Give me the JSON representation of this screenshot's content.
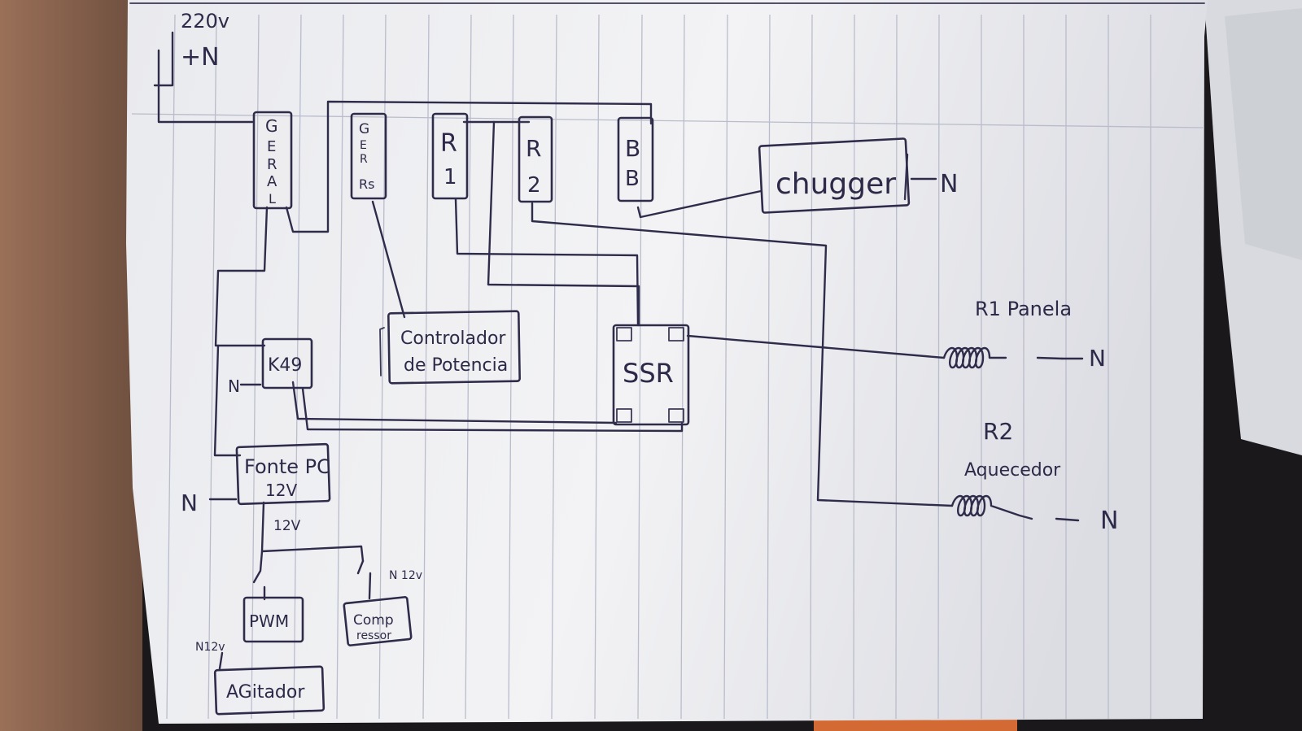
{
  "diagram": {
    "supply": {
      "voltage": "220v",
      "symbol": "+N"
    },
    "breakers": {
      "geral": [
        "G",
        "E",
        "R",
        "A",
        "L"
      ],
      "ger_rs": [
        "G",
        "E",
        "R",
        "Rs"
      ],
      "r1": [
        "R",
        "1"
      ],
      "r2": [
        "R",
        "2"
      ],
      "bb": [
        "B",
        "B"
      ]
    },
    "nodes": {
      "chugger": "chugger",
      "chugger_neutral": "N",
      "k49": "K49",
      "controlador_line1": "Controlador",
      "controlador_line2": "de Potencia",
      "ssr": "SSR",
      "fonte_line1": "Fonte PC",
      "fonte_line2": "12V",
      "fonte_neutral": "N",
      "k49_neutral": "N",
      "pwm": "PWM",
      "compressor_line1": "Comp",
      "compressor_line2": "ressor",
      "agitador": "AGitador"
    },
    "labels": {
      "out_12v": "12V",
      "n12v_right": "N 12v",
      "n12v_left": "N12v",
      "r1_title": "R1 Panela",
      "r1_neutral": "N",
      "r2_title": "R2",
      "r2_subtitle": "Aquecedor",
      "r2_neutral": "N"
    }
  }
}
